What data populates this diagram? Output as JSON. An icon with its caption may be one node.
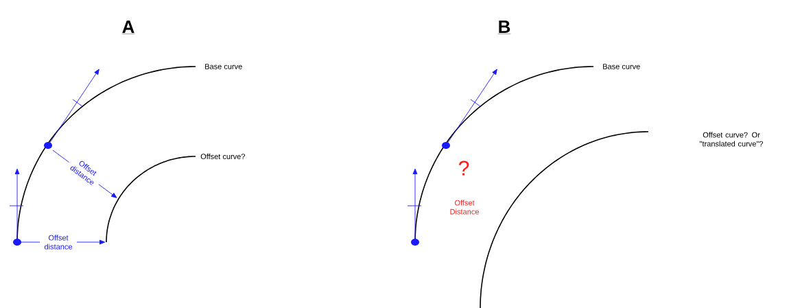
{
  "diagram": {
    "labels": [
      "A",
      "B",
      "Base curve",
      "Offset curve?",
      "Offset distance",
      "Offset distance",
      "Base curve",
      "Offset curve? Or \"translated curve\"?",
      "?",
      "Offset Distance"
    ]
  }
}
